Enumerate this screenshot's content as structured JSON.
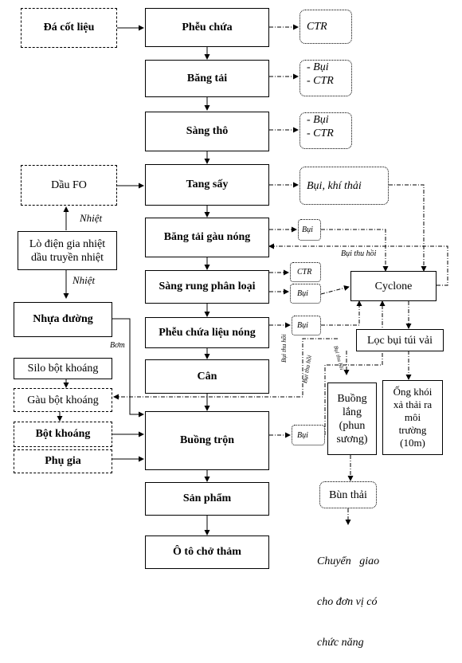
{
  "main_flow": {
    "pheu_chua": "Phễu chứa",
    "bang_tai": "Băng tải",
    "sang_tho": "Sàng thô",
    "tang_say": "Tang sấy",
    "bang_tai_gau_nong": "Băng tải gàu nóng",
    "sang_rung": "Sàng rung phân loại",
    "pheu_chua_nong": "Phễu chứa liệu nóng",
    "can": "Cân",
    "buong_tron": "Buồng trộn",
    "san_pham": "Sản phẩm",
    "o_to": "Ô tô chở thảm"
  },
  "inputs": {
    "da_cot_lieu": "Đá cốt liệu",
    "dau_fo": "Dầu FO",
    "lo_dien_line1": "Lò điện gia nhiệt",
    "lo_dien_line2": "dầu truyền nhiệt",
    "nhua_duong": "Nhựa đường",
    "silo": "Silo bột khoáng",
    "gau_bot": "Gàu bột khoáng",
    "bot_khoang": "Bột khoáng",
    "phu_gia": "Phụ gia"
  },
  "waste": {
    "w1": "CTR",
    "w2_line1": "- Bụi",
    "w2_line2": "- CTR",
    "w3_line1": "- Bụi",
    "w3_line2": "- CTR",
    "w4": "Bụi, khí thải",
    "w5": "Bụi",
    "w6a": "CTR",
    "w6b": "Bụi",
    "w7": "Bụi",
    "w8": "Bụi"
  },
  "treatment": {
    "cyclone": "Cyclone",
    "loc_bui": "Lọc bụi túi vải",
    "buong_lang": [
      "Buồng",
      "lắng",
      "(phun",
      "sương)"
    ],
    "ong_khoi": [
      "Ống khói",
      "xả thải ra",
      "môi",
      "trường",
      "(10m)"
    ],
    "bun_thai": "Bùn thải",
    "chuyen_giao": [
      "Chuyển   giao",
      "cho đơn vị có",
      "chức năng"
    ]
  },
  "labels": {
    "nhiet_top": "Nhiệt",
    "nhiet_bottom": "Nhiệt",
    "bom": "Bơm",
    "bui_thu_hoi_1": "Bụi thu hồi",
    "bui_thu_hoi_2": "Bụi thu hồi",
    "bui_thu_hoi_3": "Bụi thu hồi",
    "bui_thu_hoi_4": "Bụi thu hồi"
  }
}
